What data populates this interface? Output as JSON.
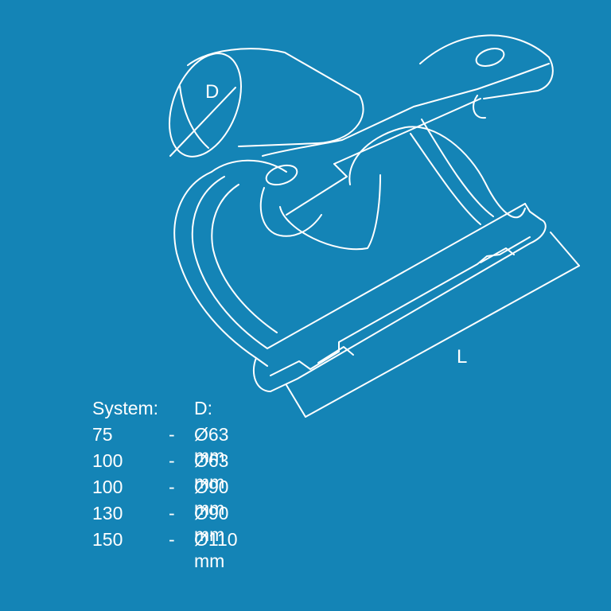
{
  "colors": {
    "background": "#1484b6",
    "line": "#ffffff"
  },
  "diagram": {
    "label_d": "D",
    "label_l": "L"
  },
  "spec_table": {
    "header": {
      "system": "System:",
      "d": "D:"
    },
    "rows": [
      {
        "system": "75",
        "dash": "-",
        "d": "Ø63 mm"
      },
      {
        "system": "100",
        "dash": "-",
        "d": "Ø63 mm"
      },
      {
        "system": "100",
        "dash": "-",
        "d": "Ø90 mm"
      },
      {
        "system": "130",
        "dash": "-",
        "d": "Ø90 mm"
      },
      {
        "system": "150",
        "dash": "-",
        "d": "Ø110 mm"
      }
    ]
  }
}
